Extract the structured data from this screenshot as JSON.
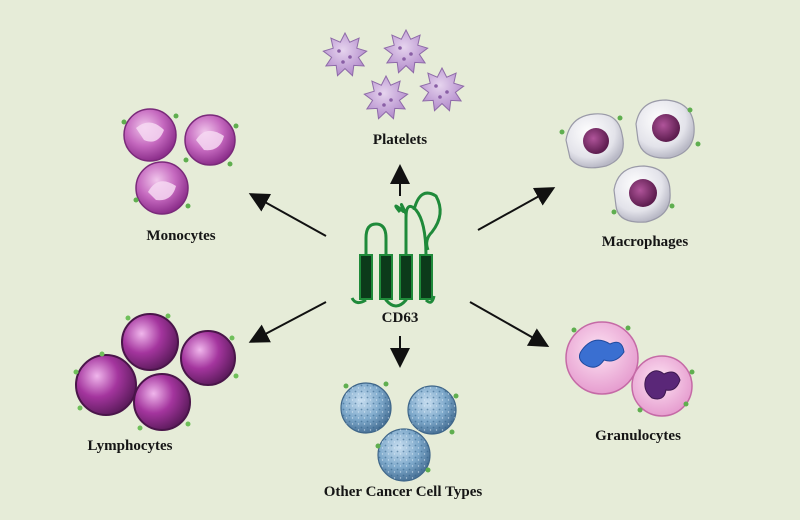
{
  "center": {
    "label": "CD63"
  },
  "cell_types": [
    {
      "key": "platelets",
      "label": "Platelets"
    },
    {
      "key": "monocytes",
      "label": "Monocytes"
    },
    {
      "key": "macrophages",
      "label": "Macrophages"
    },
    {
      "key": "lymphocytes",
      "label": "Lymphocytes"
    },
    {
      "key": "granulocytes",
      "label": "Granulocytes"
    },
    {
      "key": "cancer",
      "label": "Other Cancer Cell Types"
    }
  ],
  "colors": {
    "background": "#e6ecd8",
    "membrane_green": "#1f8a3a",
    "platelet": "#c9a9d9",
    "monocyte": "#b45ab0",
    "macrophage_nucleus": "#7a2a66",
    "lymphocyte": "#9b2f95",
    "granulocyte": "#f1b9df",
    "granulocyte_nucleus_blue": "#3a6fd1",
    "granulocyte_nucleus_purple": "#5a2778",
    "cancer": "#7aa6c8"
  }
}
